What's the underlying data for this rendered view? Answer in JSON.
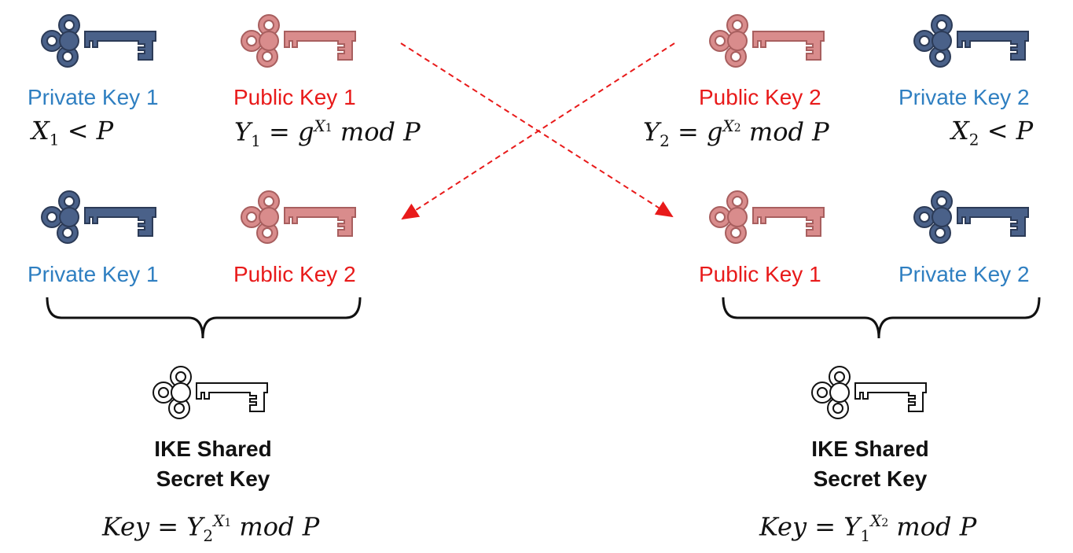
{
  "left": {
    "top_private_label": "Private Key 1",
    "top_public_label": "Public Key 1",
    "private_formula": {
      "var": "X",
      "sub": "1",
      "rest": " < P"
    },
    "public_formula": {
      "lhs": "Y",
      "lhs_sub": "1",
      "eq": " = g",
      "exp": "X",
      "exp_sub": "1",
      "tail": " mod P"
    },
    "bottom_private_label": "Private Key 1",
    "bottom_public_label": "Public Key 2",
    "shared_line1": "IKE Shared",
    "shared_line2": "Secret Key",
    "key_formula": {
      "head": "Key = Y",
      "sub": "2",
      "exp": "X",
      "exp_sub": "1",
      "tail": " mod P"
    }
  },
  "right": {
    "top_public_label": "Public Key 2",
    "top_private_label": "Private Key 2",
    "public_formula": {
      "lhs": "Y",
      "lhs_sub": "2",
      "eq": " = g",
      "exp": "X",
      "exp_sub": "2",
      "tail": " mod P"
    },
    "private_formula": {
      "var": "X",
      "sub": "2",
      "rest": " < P"
    },
    "bottom_public_label": "Public Key 1",
    "bottom_private_label": "Private Key 2",
    "shared_line1": "IKE Shared",
    "shared_line2": "Secret Key",
    "key_formula": {
      "head": "Key = Y",
      "sub": "1",
      "exp": "X",
      "exp_sub": "2",
      "tail": " mod P"
    }
  },
  "colors": {
    "private_key": "#4a6189",
    "private_text": "#2f7fc1",
    "public_key": "#d98c8c",
    "public_text": "#e81a1a",
    "shared_key": "#ffffff",
    "arrow": "#e81a1a"
  },
  "icons": {
    "private": "key-icon",
    "public": "key-icon",
    "shared": "key-icon"
  }
}
